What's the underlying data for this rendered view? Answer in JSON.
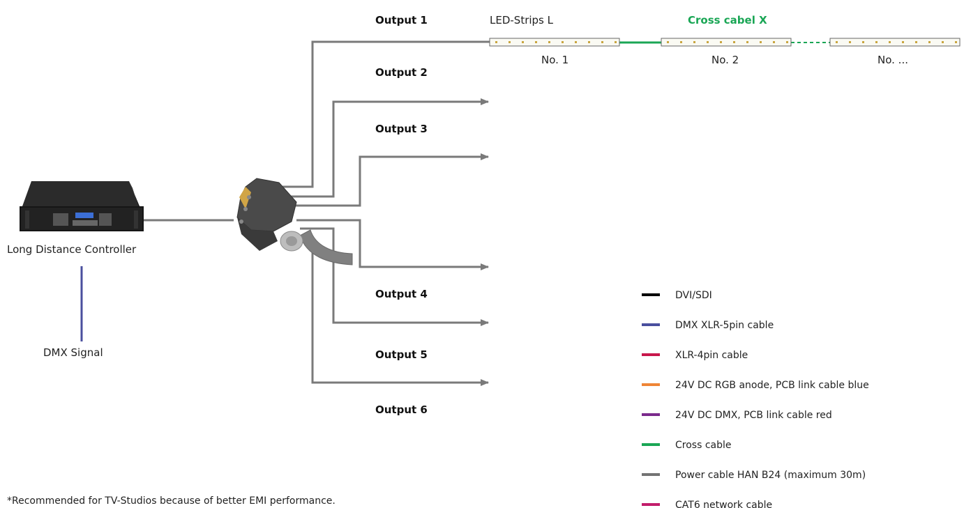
{
  "controller": {
    "label": "Long Distance Controller"
  },
  "dmx_signal": {
    "label": "DMX Signal"
  },
  "outputs": [
    "Output 1",
    "Output 2",
    "Output 3",
    "Output 4",
    "Output 5",
    "Output 6"
  ],
  "strips": {
    "title": "LED-Strips L",
    "cross_label": "Cross cabel X",
    "numbers": [
      "No. 1",
      "No. 2",
      "No. ..."
    ]
  },
  "legend": [
    {
      "label": "DVI/SDI",
      "color": "#000000"
    },
    {
      "label": "DMX XLR-5pin cable",
      "color": "#4a4f9e"
    },
    {
      "label": "XLR-4pin cable",
      "color": "#c8174b"
    },
    {
      "label": "24V DC RGB anode, PCB link cable blue",
      "color": "#ef8536"
    },
    {
      "label": "24V DC DMX, PCB link cable red",
      "color": "#7b2a8c"
    },
    {
      "label": "Cross cable",
      "color": "#1aa655"
    },
    {
      "label": "Power cable HAN B24 (maximum 30m)",
      "color": "#737373"
    },
    {
      "label": "CAT6 network cable",
      "color": "#c21d6b"
    }
  ],
  "footnote": "*Recommended for TV-Studios because of better EMI performance.",
  "colors": {
    "power": "#7a7a7a",
    "dmx": "#4a4f9e",
    "cross": "#1aa655"
  }
}
